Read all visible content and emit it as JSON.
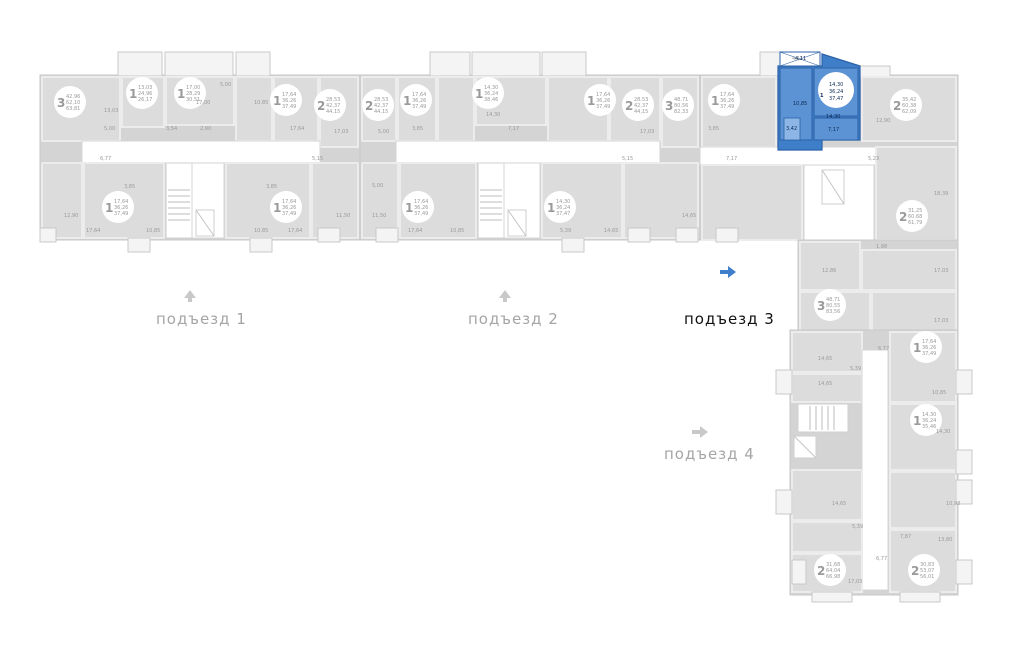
{
  "entrances": [
    {
      "label": "подъезд 1",
      "active": false
    },
    {
      "label": "подъезд 2",
      "active": false
    },
    {
      "label": "подъезд 3",
      "active": true
    },
    {
      "label": "подъезд 4",
      "active": false
    }
  ],
  "selected_apartment": {
    "rooms": "1",
    "area_living": "14,30",
    "area_total": "36,24",
    "area_full": "37,47",
    "kitchen": "14,30",
    "hall": "10,85",
    "bath": "7,17",
    "wc": "3,42",
    "balcony": "4,11"
  },
  "apartments": [
    {
      "id": "s1a",
      "rooms": "3",
      "areas": [
        "42,96",
        "62,10",
        "63,81"
      ]
    },
    {
      "id": "s1b",
      "rooms": "1",
      "areas": [
        "13,03",
        "24,96",
        "26,17"
      ]
    },
    {
      "id": "s1c",
      "rooms": "1",
      "areas": [
        "17,00",
        "28,29",
        "30,51"
      ]
    },
    {
      "id": "s1d",
      "rooms": "1",
      "areas": [
        "17,64",
        "36,26",
        "37,49"
      ]
    },
    {
      "id": "s1e",
      "rooms": "2",
      "areas": [
        "28,53",
        "42,37",
        "44,15"
      ]
    },
    {
      "id": "s1f",
      "rooms": "1",
      "areas": [
        "17,64",
        "36,26",
        "37,49"
      ]
    },
    {
      "id": "s1g",
      "rooms": "1",
      "areas": [
        "17,64",
        "36,26",
        "37,49"
      ]
    },
    {
      "id": "s2a",
      "rooms": "2",
      "areas": [
        "28,53",
        "42,37",
        "44,15"
      ]
    },
    {
      "id": "s2b",
      "rooms": "1",
      "areas": [
        "17,64",
        "36,26",
        "37,49"
      ]
    },
    {
      "id": "s2c",
      "rooms": "1",
      "areas": [
        "14,30",
        "36,24",
        "38,46"
      ]
    },
    {
      "id": "s2d",
      "rooms": "1",
      "areas": [
        "17,64",
        "36,26",
        "37,49"
      ]
    },
    {
      "id": "s2e",
      "rooms": "2",
      "areas": [
        "28,53",
        "42,37",
        "44,15"
      ]
    },
    {
      "id": "s2f",
      "rooms": "3",
      "areas": [
        "48,71",
        "80,56",
        "82,33"
      ]
    },
    {
      "id": "s2g",
      "rooms": "1",
      "areas": [
        "17,64",
        "36,26",
        "37,49"
      ]
    },
    {
      "id": "s2h",
      "rooms": "1",
      "areas": [
        "14,30",
        "36,24",
        "37,47"
      ]
    },
    {
      "id": "s3a",
      "rooms": "1",
      "areas": [
        "17,64",
        "36,26",
        "37,49"
      ]
    },
    {
      "id": "s3b",
      "rooms": "2",
      "areas": [
        "35,42",
        "60,38",
        "62,09"
      ]
    },
    {
      "id": "s3c",
      "rooms": "2",
      "areas": [
        "31,25",
        "60,68",
        "61,79"
      ]
    },
    {
      "id": "s4a",
      "rooms": "3",
      "areas": [
        "48,71",
        "80,55",
        "83,56"
      ]
    },
    {
      "id": "s4b",
      "rooms": "1",
      "areas": [
        "17,64",
        "36,26",
        "37,49"
      ]
    },
    {
      "id": "s4c",
      "rooms": "1",
      "areas": [
        "14,30",
        "36,24",
        "35,46"
      ]
    },
    {
      "id": "s4d",
      "rooms": "2",
      "areas": [
        "31,68",
        "64,04",
        "66,98"
      ]
    },
    {
      "id": "s4e",
      "rooms": "2",
      "areas": [
        "30,83",
        "53,07",
        "56,01"
      ]
    }
  ],
  "room_labels": [
    "13,03",
    "5,00",
    "17,00",
    "5,00",
    "10,85",
    "17,64",
    "17,03",
    "6,77",
    "3,85",
    "3,54",
    "2,90",
    "3,85",
    "5,15",
    "12,90",
    "17,64",
    "10,85",
    "17,64",
    "10,85",
    "11,50",
    "5,00",
    "17,64",
    "10,85",
    "5,00",
    "11,50",
    "14,30",
    "7,17",
    "3,85",
    "5,15",
    "17,03",
    "14,65",
    "5,39",
    "14,65",
    "12,86",
    "18,39",
    "12,90",
    "5,23",
    "1,98",
    "17,03",
    "6,77",
    "14,65",
    "5,39",
    "14,65",
    "14,30",
    "10,85",
    "10,98",
    "14,65",
    "5,39",
    "13,80",
    "7,87",
    "6,77",
    "17,03",
    "17,03",
    "4,11",
    "3,85",
    "7,17"
  ]
}
